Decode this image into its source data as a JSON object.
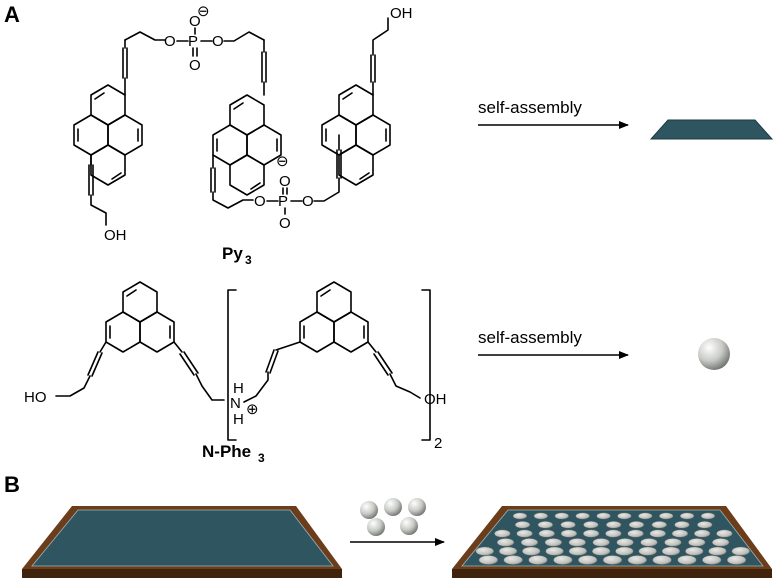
{
  "panels": {
    "a": "A",
    "b": "B"
  },
  "molecule_py3": {
    "name": "Py",
    "subscript": "3",
    "atoms": {
      "oh": "OH",
      "o": "O",
      "p": "P",
      "minus": "⊖"
    }
  },
  "molecule_nphe3": {
    "name": "N-Phe",
    "subscript": "3",
    "atoms": {
      "ho": "HO",
      "oh": "OH",
      "n": "N",
      "h": "H",
      "plus": "⊕",
      "repeat": "2"
    }
  },
  "arrows": {
    "top": "self-assembly",
    "middle": "self-assembly"
  },
  "colors": {
    "sheet": "#2f5561",
    "sheet_edge": "#1c3a44",
    "frame": "#6b3d1a",
    "frame_dark": "#3f230c",
    "sphere": "#c9cbc7",
    "disc": "#bfc1bd"
  }
}
